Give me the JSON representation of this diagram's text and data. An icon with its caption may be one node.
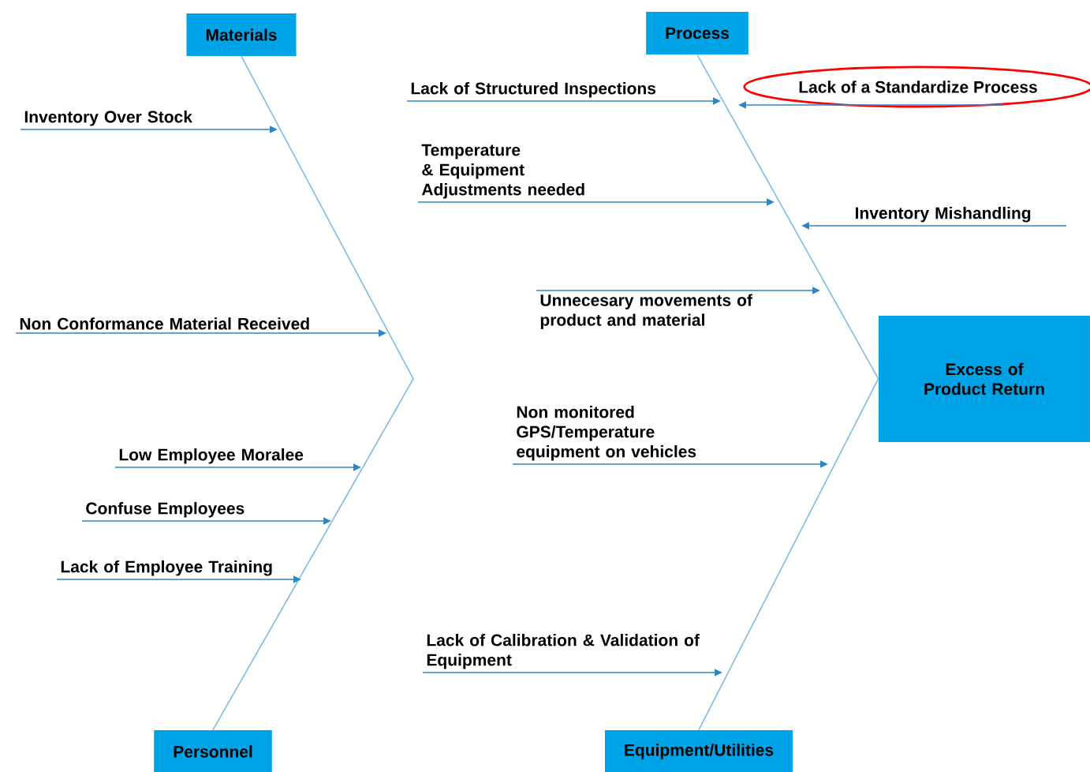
{
  "diagram": {
    "nodes": [
      {
        "text": [
          "Materials"
        ]
      },
      {
        "text": [
          "Process"
        ]
      },
      {
        "text": [
          "Inventory Over Stock"
        ]
      },
      {
        "text": [
          "Lack of Structured Inspections"
        ]
      },
      {
        "text": [
          "Lack of a Standardize Process"
        ]
      },
      {
        "text": [
          "Temperature & Equipment Adjustments needed"
        ]
      },
      {
        "text": [
          "Inventory Mishandling"
        ]
      },
      {
        "text": [
          "Unnecesary movements of product and material"
        ]
      },
      {
        "text": [
          "Non Conformance Material Received"
        ]
      },
      {
        "text": [
          "Excess of Product Return"
        ]
      },
      {
        "text": [
          "Low Employee Moralee"
        ]
      },
      {
        "text": [
          "Non monitored GPS/Temperature equipment on vehicles"
        ]
      },
      {
        "text": [
          "Confuse Employees"
        ]
      },
      {
        "text": [
          "Lack of Employee Training"
        ]
      },
      {
        "text": [
          "Lack of Calibration & Validation of Equipment"
        ]
      },
      {
        "text": [
          "Personnel"
        ]
      },
      {
        "text": [
          "Equipment/Utilities"
        ]
      }
    ],
    "edges": [
      {
        "from": 0,
        "to": 15,
        "arrow": "none"
      },
      {
        "from": 1,
        "to": 9,
        "arrow": "none"
      },
      {
        "from": 16,
        "to": 9,
        "arrow": "none"
      },
      {
        "from": 2,
        "to": null,
        "arrow": "to"
      },
      {
        "from": 3,
        "to": null,
        "arrow": "to"
      },
      {
        "from": 4,
        "to": null,
        "arrow": "to"
      },
      {
        "from": 5,
        "to": null,
        "arrow": "to"
      },
      {
        "from": 6,
        "to": null,
        "arrow": "to"
      },
      {
        "from": 7,
        "to": null,
        "arrow": "to"
      },
      {
        "from": 8,
        "to": null,
        "arrow": "to"
      },
      {
        "from": 10,
        "to": null,
        "arrow": "to"
      },
      {
        "from": 11,
        "to": null,
        "arrow": "to"
      },
      {
        "from": 12,
        "to": null,
        "arrow": "to"
      },
      {
        "from": 13,
        "to": null,
        "arrow": "to"
      },
      {
        "from": 14,
        "to": null,
        "arrow": "to"
      }
    ]
  }
}
